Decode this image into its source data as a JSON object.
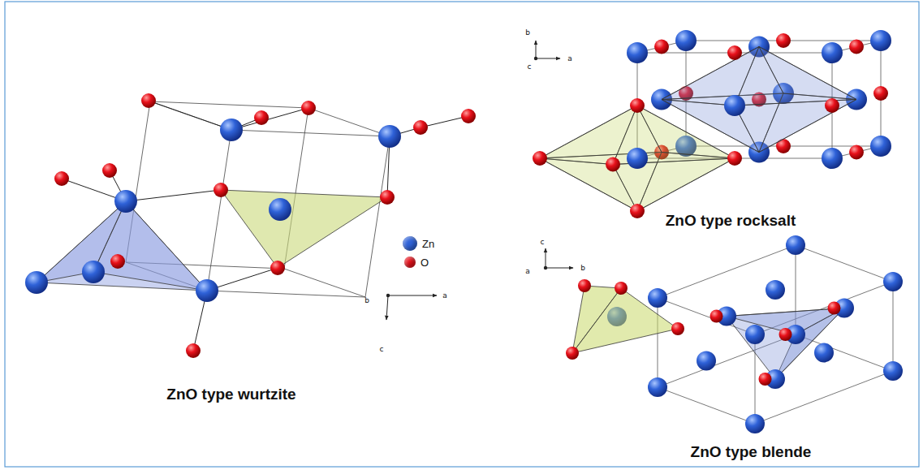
{
  "diagram": {
    "labels": [
      "b",
      "a",
      "c",
      "ZnO type wurtzite",
      "b",
      "c",
      "a",
      "ZnO type rocksalt",
      "c",
      "a",
      "b",
      "ZnO type blende"
    ],
    "legend": [
      {
        "text": "Zn",
        "color": "#2f62d8"
      },
      {
        "text": "O",
        "color": "#e8111b"
      }
    ]
  }
}
